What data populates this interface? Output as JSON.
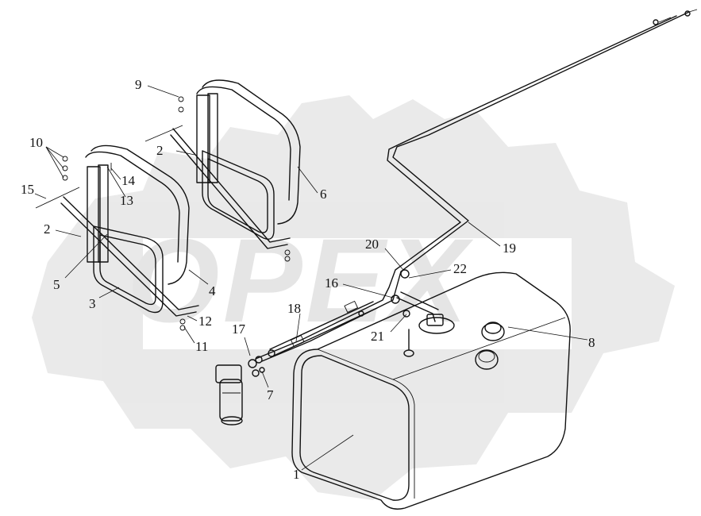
{
  "watermark": {
    "text": "OPEX"
  },
  "callouts": [
    {
      "id": "c1",
      "text": "1"
    },
    {
      "id": "c2a",
      "text": "2"
    },
    {
      "id": "c2b",
      "text": "2"
    },
    {
      "id": "c3",
      "text": "3"
    },
    {
      "id": "c4",
      "text": "4"
    },
    {
      "id": "c5",
      "text": "5"
    },
    {
      "id": "c6",
      "text": "6"
    },
    {
      "id": "c7",
      "text": "7"
    },
    {
      "id": "c8",
      "text": "8"
    },
    {
      "id": "c9",
      "text": "9"
    },
    {
      "id": "c10",
      "text": "10"
    },
    {
      "id": "c11",
      "text": "11"
    },
    {
      "id": "c12",
      "text": "12"
    },
    {
      "id": "c13",
      "text": "13"
    },
    {
      "id": "c14",
      "text": "14"
    },
    {
      "id": "c15",
      "text": "15"
    },
    {
      "id": "c16",
      "text": "16"
    },
    {
      "id": "c17",
      "text": "17"
    },
    {
      "id": "c18",
      "text": "18"
    },
    {
      "id": "c19",
      "text": "19"
    },
    {
      "id": "c20",
      "text": "20"
    },
    {
      "id": "c21",
      "text": "21"
    },
    {
      "id": "c22",
      "text": "22"
    }
  ]
}
